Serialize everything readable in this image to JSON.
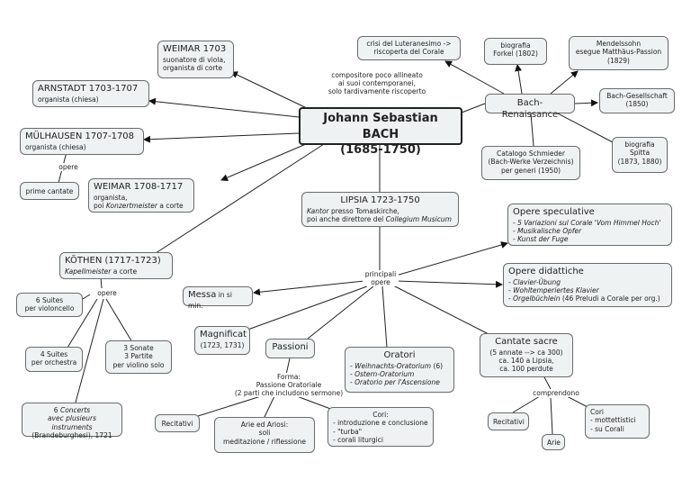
{
  "root": {
    "title": "Johann Sebastian BACH",
    "dates": "(1685-1750)"
  },
  "edge_label_root": "compositore poco allineato\nai suoi contemporanei,\nsolo tardivamente riscoperto",
  "weimar1703": {
    "title": "WEIMAR 1703",
    "sub": "suonatore di viola,\norganista di corte"
  },
  "arnstadt": {
    "title": "ARNSTADT 1703-1707",
    "sub": "organista (chiesa)"
  },
  "muhlhausen": {
    "title": "MÜLHAUSEN 1707-1708",
    "sub": "organista (chiesa)"
  },
  "opere_label": "opere",
  "prime_cantate": "prime cantate",
  "weimar1708": {
    "title": "WEIMAR 1708-1717",
    "sub1": "organista,",
    "sub2a": "poi ",
    "sub2b": "Konzertmeister",
    "sub2c": "  a corte"
  },
  "kothen": {
    "title": "KÖTHEN (1717-1723)",
    "sub_a": "Kapellmeister",
    "sub_b": "  a corte"
  },
  "kothen_opere": "opere",
  "suites_vc": "6 Suites\nper violoncello",
  "suites_orch": "4 Suites\nper orchestra",
  "sonate": "3 Sonate\n3 Partite\nper violino solo",
  "concerts": {
    "line1": "6 ",
    "line1_i": "Concerts",
    "line2_i": "avec plusieurs instruments",
    "line3": "(Brandeburghesi), 1721"
  },
  "lipsia": {
    "title": "LIPSIA 1723-1750",
    "sub1_a": "Kantor",
    "sub1_b": "  presso Tomaskirche,",
    "sub2_a": "poi anche direttore del ",
    "sub2_b": "Collegium Musicum"
  },
  "principali": "principali\nopere",
  "messa": {
    "title": "Messa",
    "sub": " in si min."
  },
  "magnificat": {
    "title": "Magnificat",
    "sub": "(1723, 1731)"
  },
  "passioni": {
    "title": "Passioni"
  },
  "forma_label": "Forma:\nPassione Oratoriale\n(2 parti che includono sermone)",
  "recitativi_p": "Recitativi",
  "arie_ariosi": "Arie ed Ariosi:\nsoli\nmeditazione / riflessione",
  "cori_p": {
    "title": "Cori:",
    "items": [
      "introduzione e conclusione",
      "\"turba\"",
      "corali liturgici"
    ]
  },
  "oratori": {
    "title": "Oratori",
    "items": [
      "Weihnachts-Oratorium",
      "Ostern-Oratorium",
      "Oratorio per l'Ascensione"
    ],
    "item0_suffix": "  (6)"
  },
  "cantate": {
    "title": "Cantate sacre",
    "sub": "(5 annate --> ca 300)\nca. 140 a Lipsia,\nca. 100 perdute"
  },
  "comprendono": "comprendono",
  "recitativi_c": "Recitativi",
  "arie_c": "Arie",
  "cori_c": "Cori\n- mottettistici\n- su Corali",
  "opere_spec": {
    "title": "Opere speculative",
    "items": [
      "5 Variazioni sul Corale 'Vom Himmel Hoch'",
      "Musikalische Opfer",
      "Kunst der Fuge"
    ]
  },
  "opere_did": {
    "title": "Opere didattiche",
    "items": [
      "Clavier-Übung",
      "Wohltemperiertes Klavier",
      "Orgelbüchlein"
    ],
    "item2_suffix": "  (46 Preludi a Corale per org.)"
  },
  "renaissance": {
    "title": "Bach-Renaissance"
  },
  "crisi": "crisi del Luteranesimo ->\nriscoperta del Corale",
  "forkel": "biografia\nForkel (1802)",
  "mendelssohn": "Mendelssohn\nesegue Matthäus-Passion\n(1829)",
  "gesellschaft": "Bach-Gesellschaft\n(1850)",
  "spitta": "biografia\nSpitta\n(1873, 1880)",
  "schmieder": "Catalogo Schmieder\n(Bach-Werke Verzeichnis)\nper generi (1950)"
}
